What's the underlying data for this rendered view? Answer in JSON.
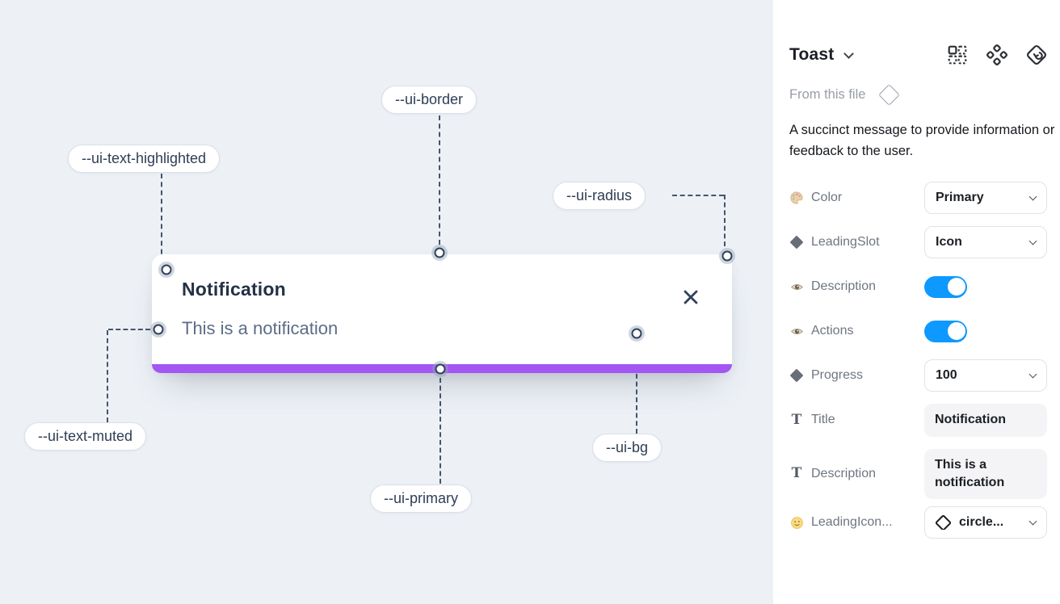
{
  "canvas": {
    "toast": {
      "title": "Notification",
      "description": "This is a notification",
      "close_icon": "x-close-icon",
      "progress_bar_color": "#a356f2"
    },
    "annotations": [
      {
        "label": "--ui-border"
      },
      {
        "label": "--ui-text-highlighted"
      },
      {
        "label": "--ui-radius"
      },
      {
        "label": "--ui-text-muted"
      },
      {
        "label": "--ui-primary"
      },
      {
        "label": "--ui-bg"
      }
    ],
    "colors": {
      "canvas_bg": "#edf1f6",
      "marker_ring": "#33415c",
      "callout_text": "#2f3e55"
    }
  },
  "panel": {
    "title": "Toast",
    "header_icons": [
      "swap-grid-icon",
      "components-icon",
      "instance-back-icon"
    ],
    "source_label": "From this file",
    "description": "A succinct message to provide information or feedback to the user.",
    "toggle_on_color": "#0d99ff",
    "properties": [
      {
        "icon": "palette-icon",
        "label": "Color",
        "type": "dropdown",
        "value": "Primary"
      },
      {
        "icon": "diamond-icon",
        "label": "LeadingSlot",
        "type": "dropdown",
        "value": "Icon"
      },
      {
        "icon": "eye-icon",
        "label": "Description",
        "type": "toggle",
        "value": "on"
      },
      {
        "icon": "eye-icon",
        "label": "Actions",
        "type": "toggle",
        "value": "on"
      },
      {
        "icon": "diamond-icon",
        "label": "Progress",
        "type": "dropdown",
        "value": "100"
      },
      {
        "icon": "text-icon",
        "label": "Title",
        "type": "text",
        "value": "Notification"
      },
      {
        "icon": "text-icon",
        "label": "Description",
        "type": "text",
        "value": "This is a notification"
      },
      {
        "icon": "smiley-icon",
        "label": "LeadingIcon...",
        "type": "icon-dropdown",
        "value": "circle..."
      }
    ]
  }
}
